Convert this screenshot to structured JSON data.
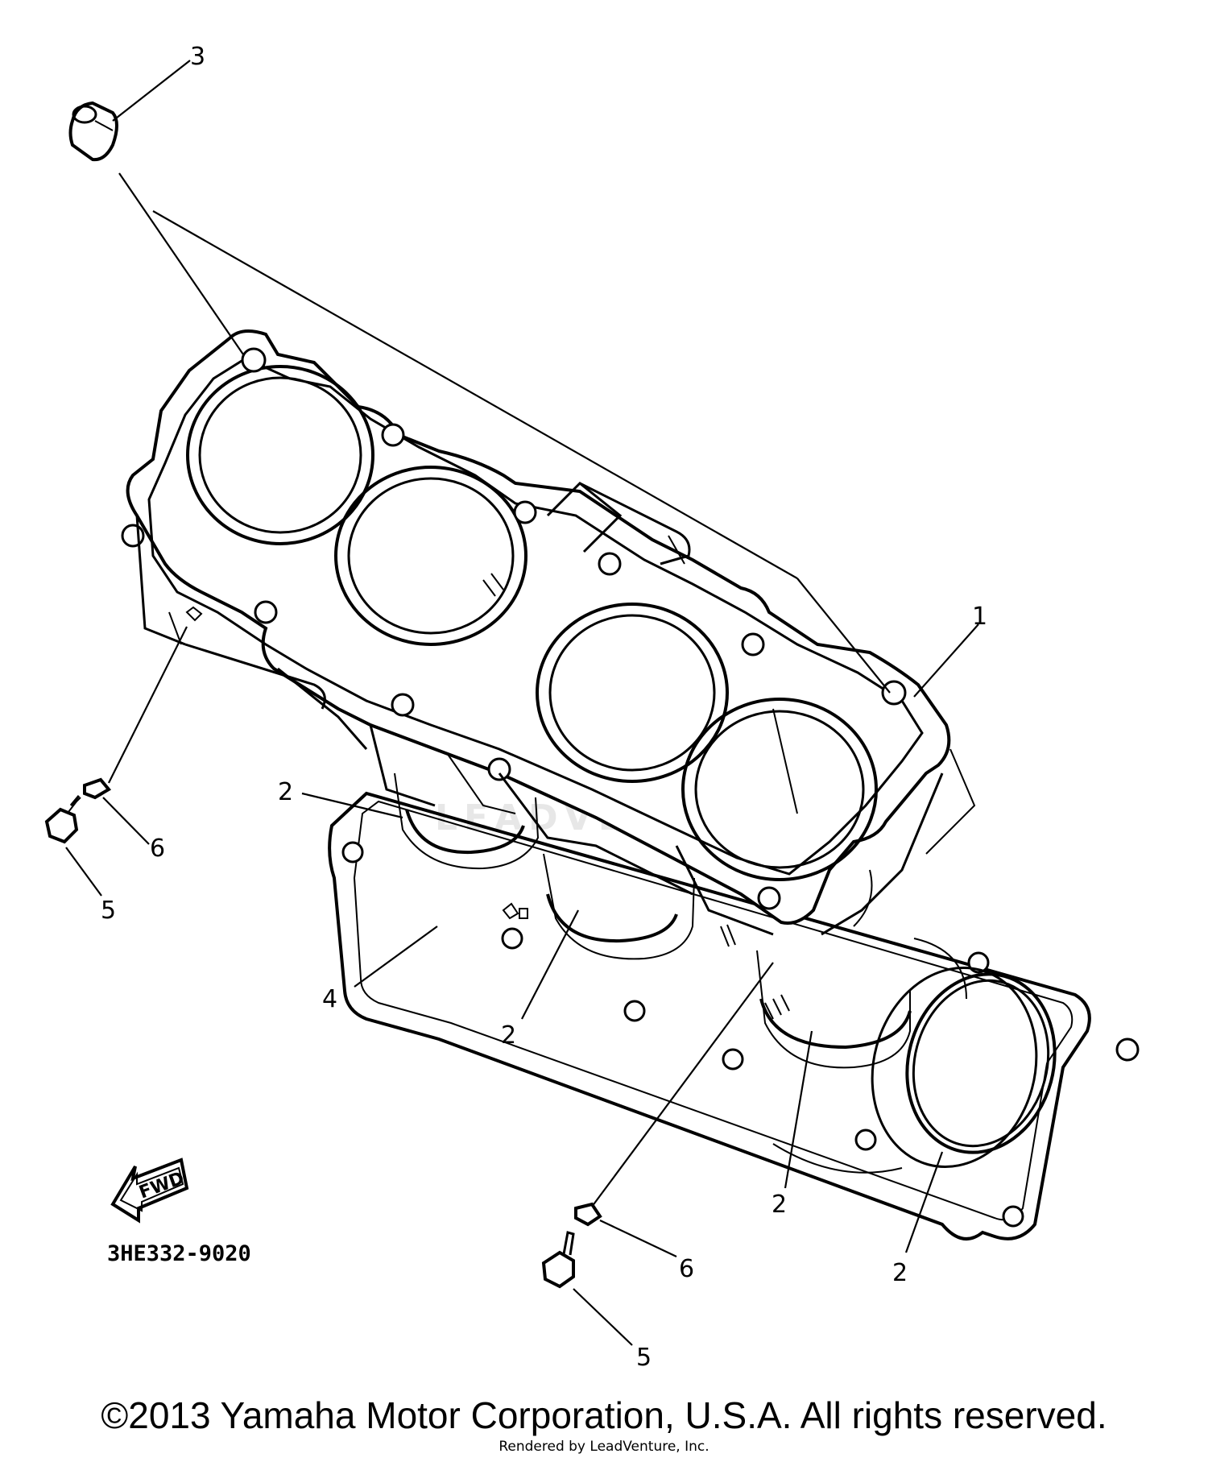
{
  "diagram": {
    "part_code": "3HE332-9020",
    "fwd_label": "FWD",
    "callouts": [
      {
        "id": "c1",
        "label": "1"
      },
      {
        "id": "c2a",
        "label": "2"
      },
      {
        "id": "c2b",
        "label": "2"
      },
      {
        "id": "c2c",
        "label": "2"
      },
      {
        "id": "c2d",
        "label": "2"
      },
      {
        "id": "c3",
        "label": "3"
      },
      {
        "id": "c4",
        "label": "4"
      },
      {
        "id": "c5a",
        "label": "5"
      },
      {
        "id": "c5b",
        "label": "5"
      },
      {
        "id": "c6a",
        "label": "6"
      },
      {
        "id": "c6b",
        "label": "6"
      }
    ]
  },
  "footer": {
    "copyright": "©2013 Yamaha Motor Corporation, U.S.A. All rights reserved.",
    "credit": "Rendered by LeadVenture, Inc."
  }
}
